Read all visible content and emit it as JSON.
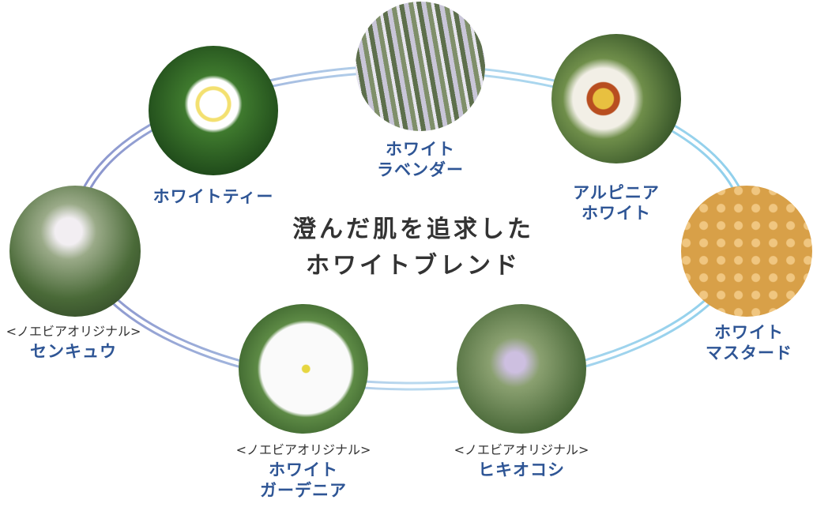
{
  "title": {
    "line1": "澄んだ肌を追求した",
    "line2": "ホワイトブレンド"
  },
  "colors": {
    "label": "#2e5595",
    "ring_left": "#8a93cc",
    "ring_right": "#8fd0ec"
  },
  "ingredients": [
    {
      "name_lines": [
        "ホワイトティー"
      ],
      "subtitle": null,
      "icon": "white-tea-photo"
    },
    {
      "name_lines": [
        "ホワイト",
        "ラベンダー"
      ],
      "subtitle": null,
      "icon": "white-lavender-photo"
    },
    {
      "name_lines": [
        "アルピニア",
        "ホワイト"
      ],
      "subtitle": null,
      "icon": "alpinia-photo"
    },
    {
      "name_lines": [
        "ホワイト",
        "マスタード"
      ],
      "subtitle": null,
      "icon": "white-mustard-photo"
    },
    {
      "name_lines": [
        "ヒキオコシ"
      ],
      "subtitle": "<ノエビアオリジナル>",
      "icon": "hikiokoshi-photo"
    },
    {
      "name_lines": [
        "ホワイト",
        "ガーデニア"
      ],
      "subtitle": "<ノエビアオリジナル>",
      "icon": "white-gardenia-photo"
    },
    {
      "name_lines": [
        "センキュウ"
      ],
      "subtitle": "<ノエビアオリジナル>",
      "icon": "senkyu-photo"
    }
  ]
}
